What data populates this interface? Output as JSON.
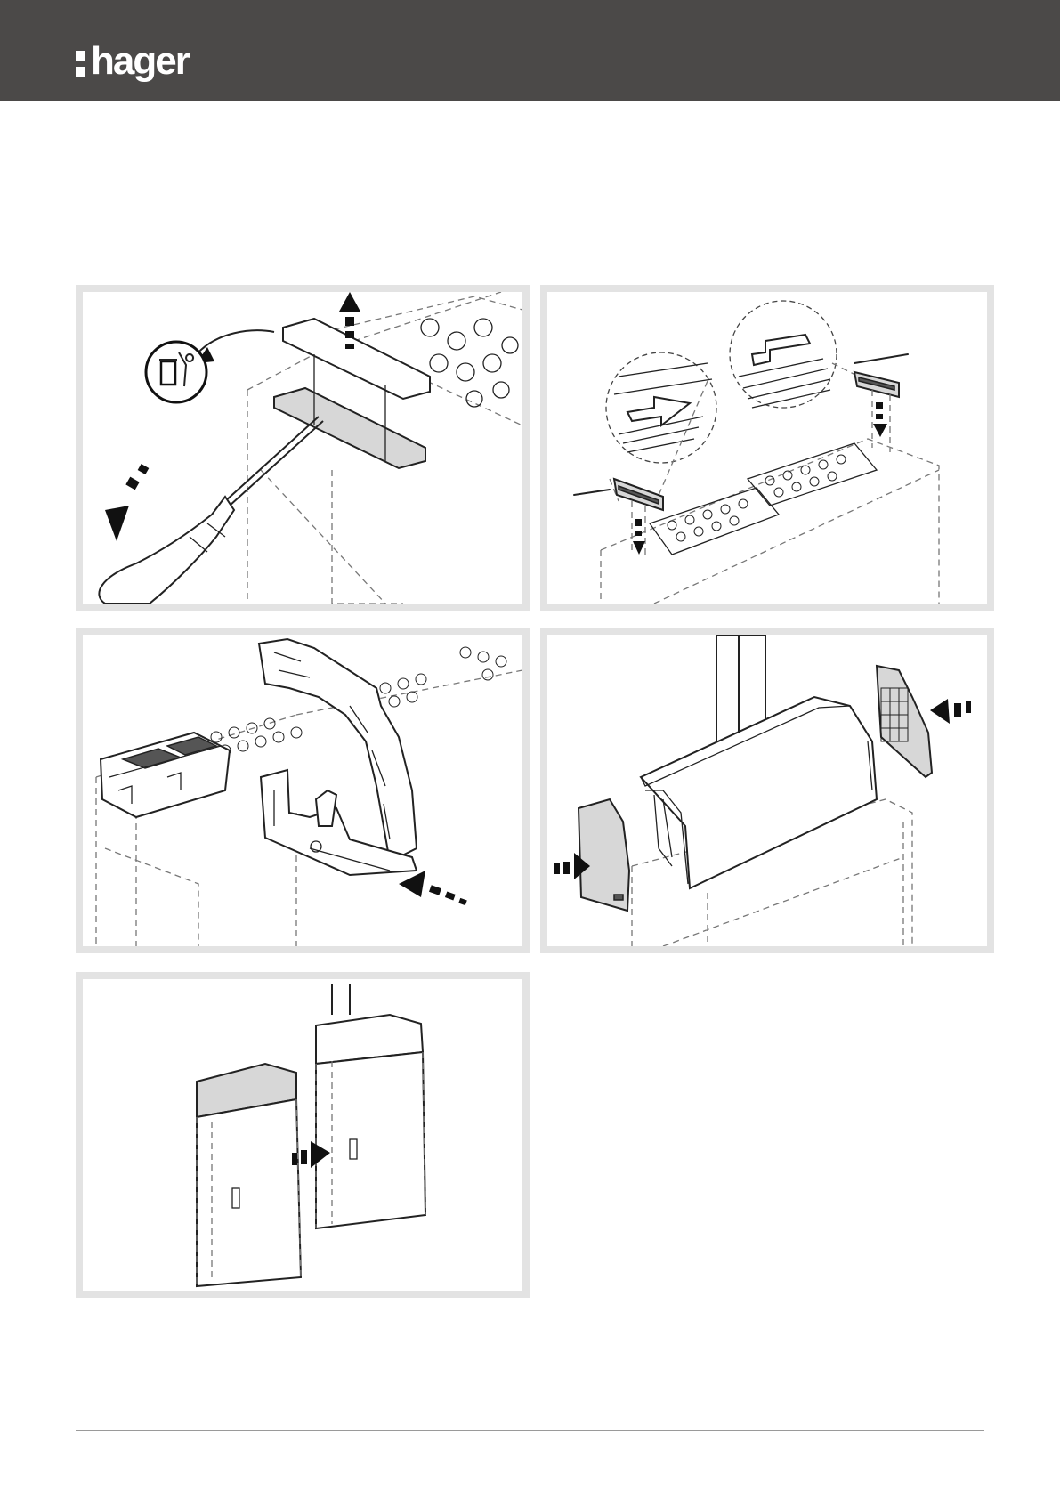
{
  "header": {
    "logo_text": "hager",
    "background_color": "#4b4948"
  },
  "panel_border_color": "#e3e3e3",
  "panels": [
    {
      "id": "p1",
      "icon": "dispose-trash-icon"
    },
    {
      "id": "p2",
      "icon": "cable-clamp-fitting-icon"
    },
    {
      "id": "p3",
      "icon": "support-bracket-icon"
    },
    {
      "id": "p4",
      "icon": "end-cap-fitting-icon"
    },
    {
      "id": "p5",
      "icon": "cabinet-join-icon"
    }
  ]
}
